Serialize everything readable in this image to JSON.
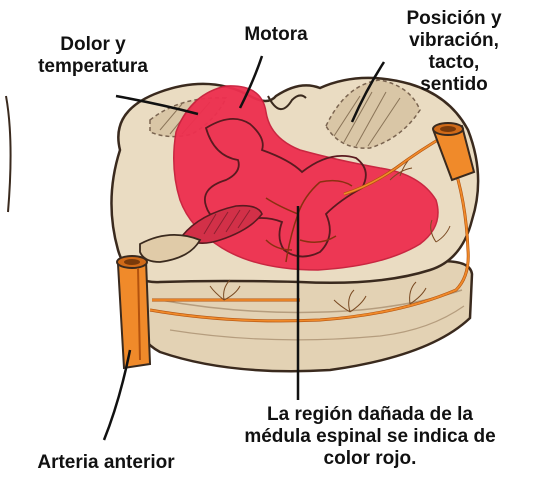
{
  "colors": {
    "tissue": "#eadcc2",
    "tissue_dark": "#cdb89a",
    "outline": "#3a2a1e",
    "damage": "#ee2f4f",
    "damage_dark": "#c81e3b",
    "artery": "#f08a2a",
    "artery_dark": "#b2520e",
    "leader": "#111111"
  },
  "labels": {
    "pain_temp": [
      "Dolor y",
      "temperatura"
    ],
    "motor": "Motora",
    "position": [
      "Posición y",
      "vibración,",
      "tacto,",
      "sentido"
    ],
    "anterior_artery": "Arteria anterior",
    "caption": [
      "La región dañada de la",
      "médula espinal se indica de",
      "color rojo."
    ]
  },
  "icons": {
    "cord": "spinal-cord-cross-section-icon",
    "artery": "artery-icon"
  }
}
